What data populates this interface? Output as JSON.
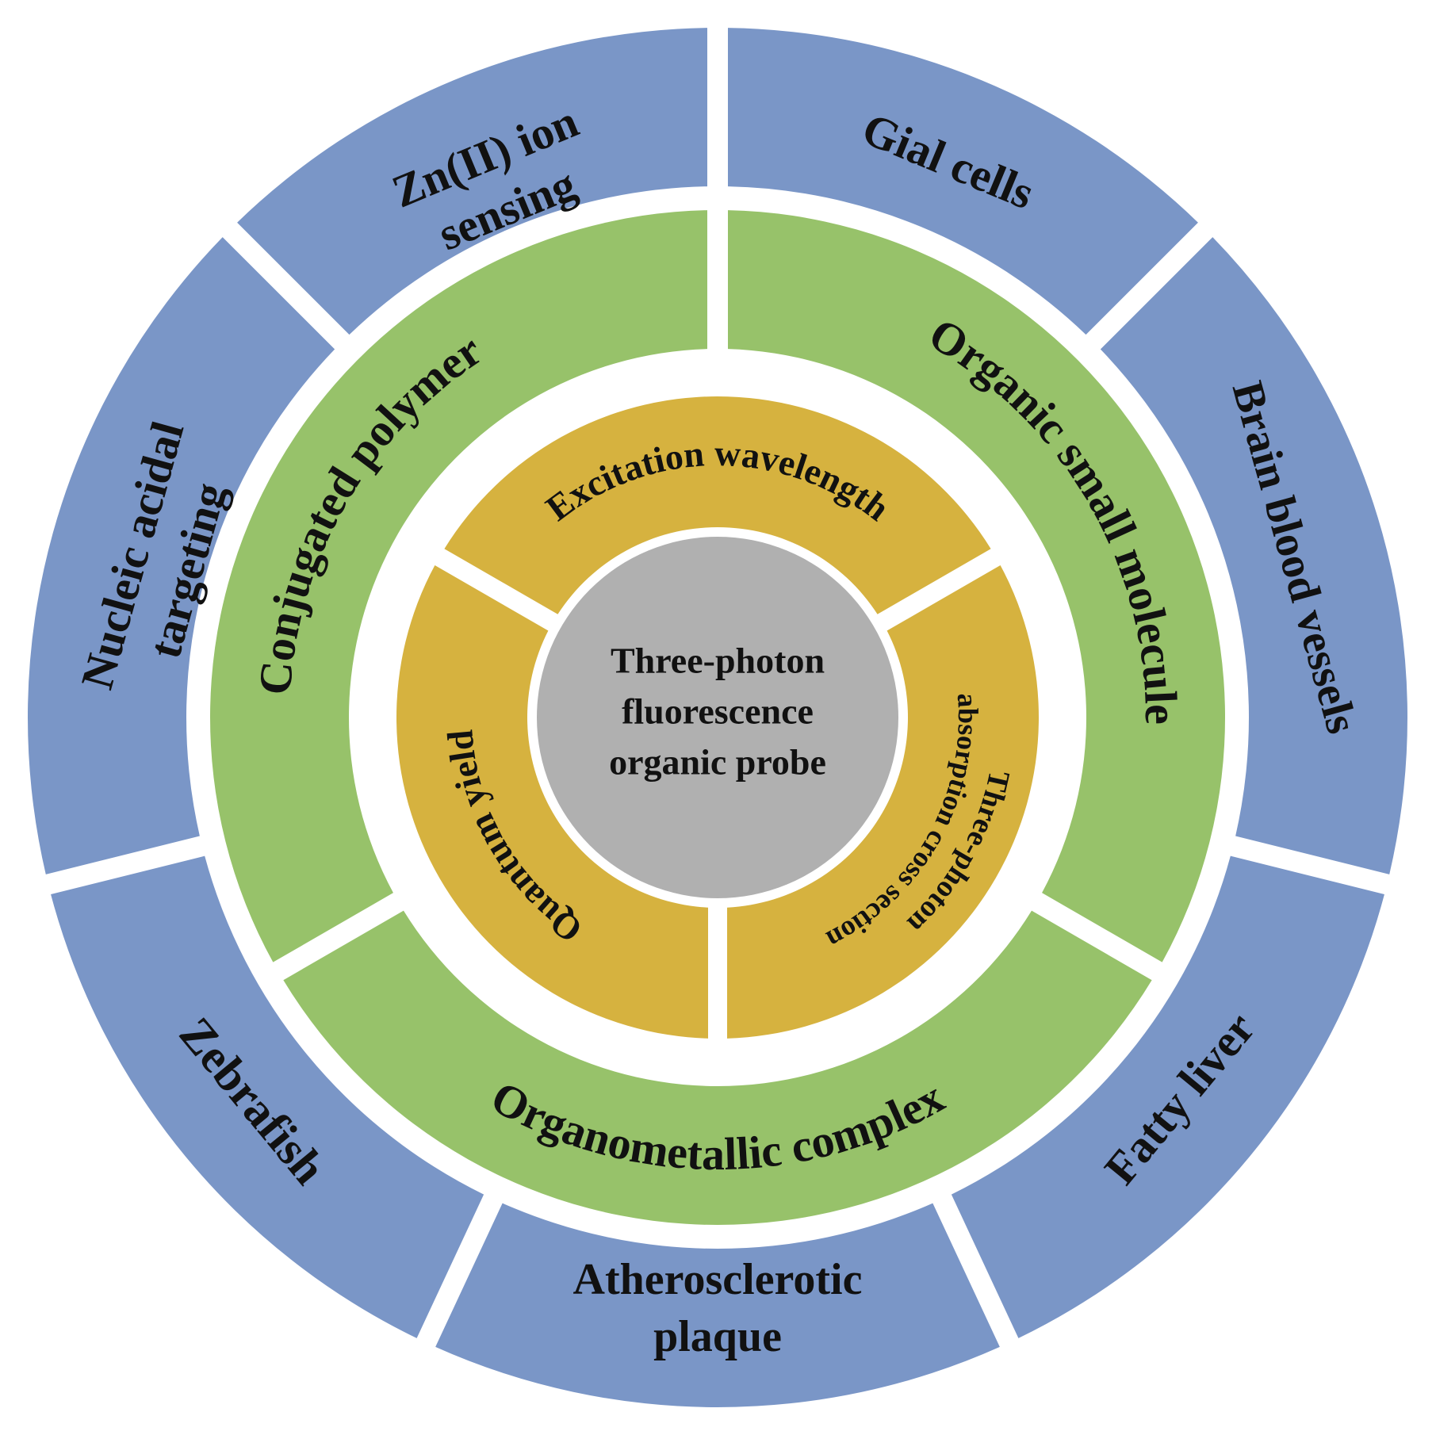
{
  "center": {
    "lines": [
      "Three-photon",
      "fluorescence",
      "organic probe"
    ],
    "color": "#B0B0B0"
  },
  "inner_ring": {
    "color": "#D6B23F",
    "segments": [
      {
        "name": "excitation-wavelength",
        "label": "Excitation wavelength"
      },
      {
        "name": "three-photon-absorption",
        "lines": [
          "Three-photon",
          "absorption cross section"
        ]
      },
      {
        "name": "quantum-yield",
        "label": "Quantum yield"
      }
    ]
  },
  "middle_ring": {
    "color": "#97C26A",
    "segments": [
      {
        "name": "organic-small-molecule",
        "label": "Organic small molecule"
      },
      {
        "name": "organometallic-complex",
        "label": "Organometallic complex"
      },
      {
        "name": "conjugated-polymer",
        "label": "Conjugated polymer"
      }
    ]
  },
  "outer_ring": {
    "color": "#7A96C7",
    "segments": [
      {
        "name": "gial-cells",
        "lines": [
          "Gial cells"
        ]
      },
      {
        "name": "brain-blood-vessels",
        "lines": [
          "Brain blood vessels"
        ]
      },
      {
        "name": "fatty-liver",
        "lines": [
          "Fatty liver"
        ]
      },
      {
        "name": "atherosclerotic-plaque",
        "lines": [
          "Atherosclerotic",
          "plaque"
        ]
      },
      {
        "name": "zebrafish",
        "lines": [
          "Zebrafish"
        ]
      },
      {
        "name": "nucleic-acidal-targeting",
        "lines": [
          "Nucleic acidal",
          "targeting"
        ]
      },
      {
        "name": "zn-ion-sensing",
        "lines": [
          "Zn(II) ion",
          "sensing"
        ]
      }
    ]
  }
}
